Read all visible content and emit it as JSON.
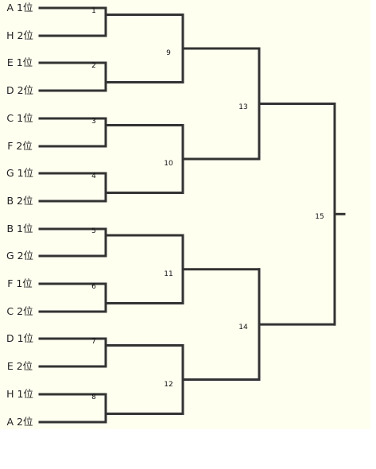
{
  "teams": [
    "A 1位",
    "H 2位",
    "E 1位",
    "D 2位",
    "C 1位",
    "F 2位",
    "G 1位",
    "B 2位",
    "B 1位",
    "G 2位",
    "F 1位",
    "C 2位",
    "D 1位",
    "E 2位",
    "H 1位",
    "A 2位"
  ],
  "matches": [
    "1",
    "2",
    "3",
    "4",
    "5",
    "6",
    "7",
    "8",
    "9",
    "10",
    "11",
    "12",
    "13",
    "14",
    "15"
  ],
  "colors": {
    "line": "#333333",
    "background": "#fffff0"
  }
}
